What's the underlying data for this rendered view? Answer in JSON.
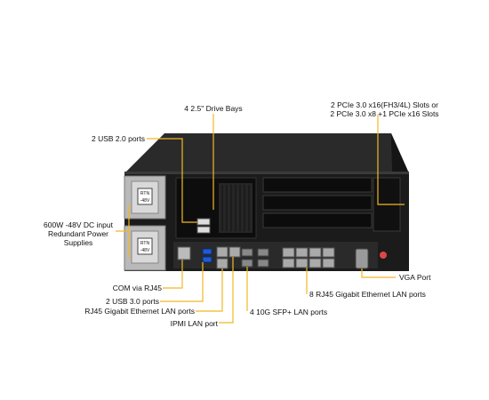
{
  "callouts": {
    "drive_bays": "4 2.5\" Drive Bays",
    "pcie_line1": "2 PCIe 3.0 x16(FH3/4L) Slots or",
    "pcie_line2": "2 PCIe 3.0 x8 +1 PCIe x16 Slots",
    "usb2": "2 USB 2.0 ports",
    "psu_line1": "600W -48V DC input",
    "psu_line2": "Redundant Power",
    "psu_line3": "Supplies",
    "com": "COM via RJ45",
    "usb3": "2 USB 3.0 ports",
    "rj45_gbe": "RJ45 Gigabit Ethernet LAN ports",
    "ipmi": "IPMI LAN port",
    "sfp": "4 10G SFP+ LAN ports",
    "rj45_8": "8 RJ45 Gigabit Ethernet LAN ports",
    "vga": "VGA Port"
  },
  "psu_label": "RTN",
  "psu_voltage": "-48V",
  "colors": {
    "leader": "#f2b824",
    "chassis": "#1c1c1c",
    "chassis_top": "#2b2b2b",
    "usb3_blue": "#1e5bd8"
  }
}
